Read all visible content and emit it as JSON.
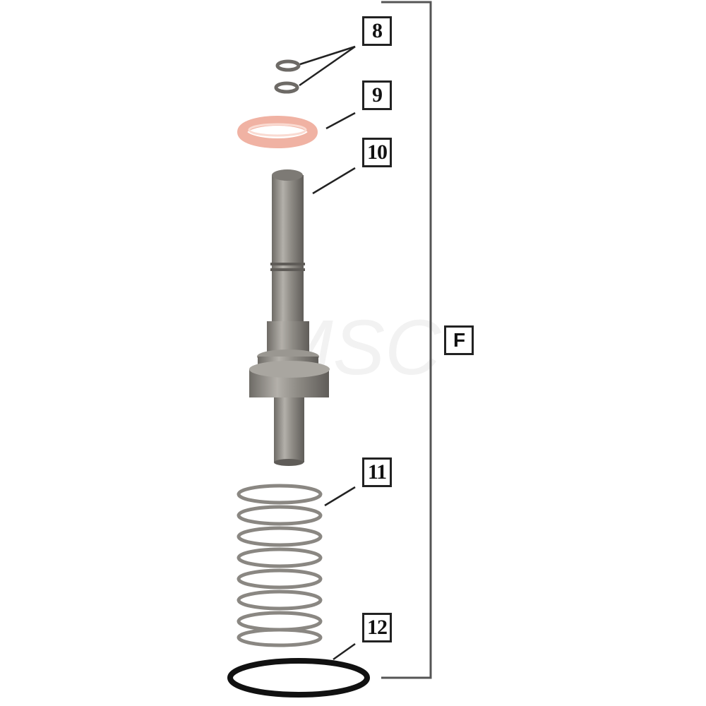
{
  "diagram": {
    "callouts": [
      {
        "id": "8",
        "label": "8"
      },
      {
        "id": "9",
        "label": "9"
      },
      {
        "id": "10",
        "label": "10"
      },
      {
        "id": "11",
        "label": "11"
      },
      {
        "id": "12",
        "label": "12"
      }
    ],
    "assembly_label": "F",
    "watermark": "MSC",
    "colors": {
      "metal": "#8a8782",
      "pink_oring": "#f0b2a3",
      "black_oring": "#111111",
      "bracket": "#555555"
    }
  }
}
